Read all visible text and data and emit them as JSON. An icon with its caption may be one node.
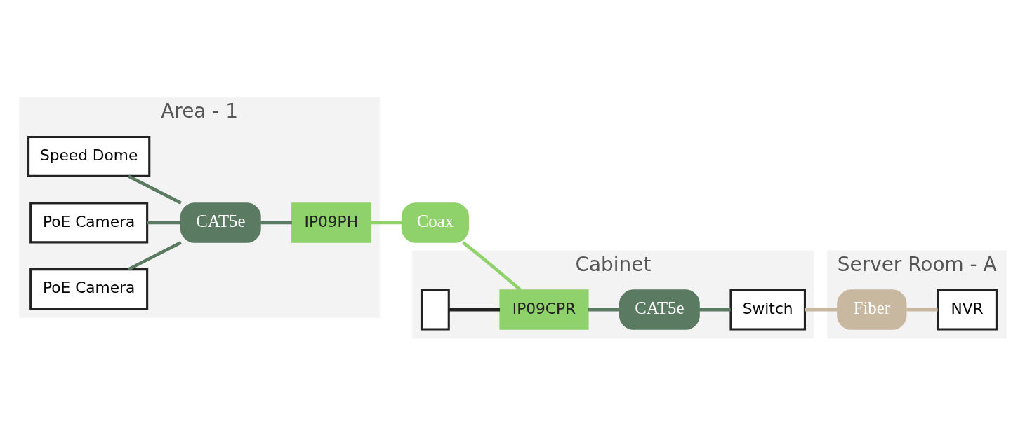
{
  "diagram": {
    "nodes": [
      {
        "text": [
          "Area - 1"
        ]
      },
      {
        "text": [
          "Speed Dome"
        ],
        "in": 0
      },
      {
        "text": [
          "PoE Camera"
        ],
        "in": 0
      },
      {
        "text": [
          "PoE Camera"
        ],
        "in": 0
      },
      {
        "text": [
          "CAT5e"
        ],
        "in": 0
      },
      {
        "text": [
          "IP09PH"
        ],
        "in": 0
      },
      {
        "text": [
          "Coax"
        ]
      },
      {
        "text": [
          "Cabinet"
        ]
      },
      {
        "text": [],
        "shape": "box",
        "in": 7
      },
      {
        "text": [
          "IP09CPR"
        ],
        "in": 7
      },
      {
        "text": [
          "CAT5e"
        ],
        "in": 7
      },
      {
        "text": [
          "Switch"
        ],
        "in": 7
      },
      {
        "text": [
          "Server Room - A"
        ]
      },
      {
        "text": [
          "Fiber"
        ],
        "in": 12
      },
      {
        "text": [
          "NVR"
        ],
        "in": 12
      }
    ],
    "edges": [
      {
        "from": 1,
        "to": 4,
        "arrow": "none"
      },
      {
        "from": 2,
        "to": 4,
        "arrow": "none"
      },
      {
        "from": 3,
        "to": 4,
        "arrow": "none"
      },
      {
        "from": 4,
        "to": 5,
        "arrow": "none"
      },
      {
        "from": 5,
        "to": 6,
        "arrow": "none",
        "color": "#8fd16a"
      },
      {
        "from": 6,
        "to": 9,
        "arrow": "none",
        "color": "#8fd16a"
      },
      {
        "from": 8,
        "to": 9,
        "arrow": "none",
        "color": "#222222"
      },
      {
        "from": 9,
        "to": 10,
        "arrow": "none"
      },
      {
        "from": 10,
        "to": 11,
        "arrow": "none"
      },
      {
        "from": 11,
        "to": 13,
        "arrow": "none",
        "color": "#c9b8a0"
      },
      {
        "from": 13,
        "to": 14,
        "arrow": "none",
        "color": "#c9b8a0"
      }
    ]
  }
}
